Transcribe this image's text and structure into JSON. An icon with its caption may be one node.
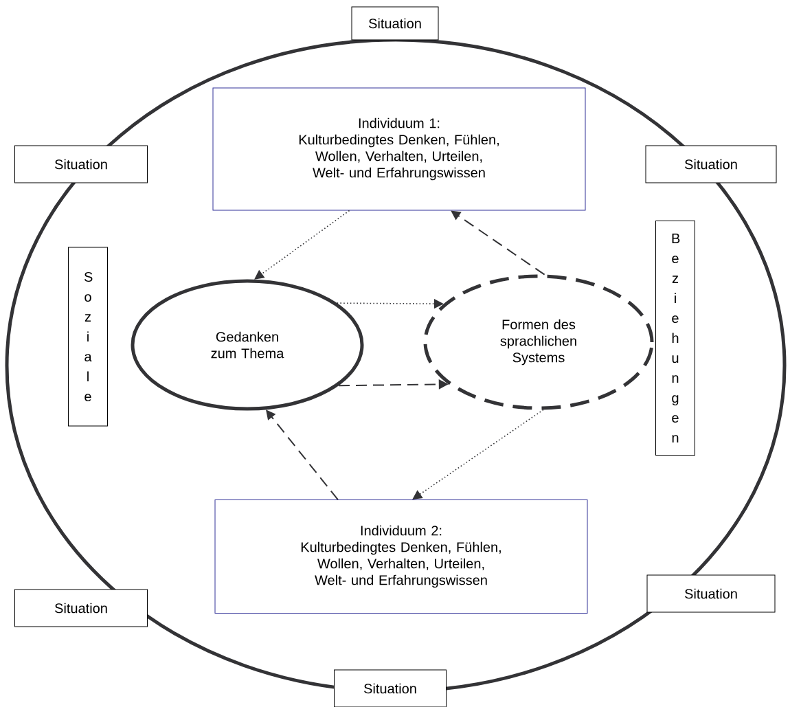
{
  "diagram": {
    "nodes": [
      {
        "text": [],
        "shape": "circle"
      },
      {
        "text": [
          "Situation"
        ]
      },
      {
        "text": [
          "Situation"
        ]
      },
      {
        "text": [
          "Individuum 1:",
          "Kulturbedingtes Denken, Fühlen, Wollen, Verhalten, Urteilen, Welt- und Erfahrungswissen"
        ],
        "in": 0
      },
      {
        "text": [
          "Situation"
        ]
      },
      {
        "text": [
          "Soziale"
        ],
        "in": 0
      },
      {
        "text": [
          "Gedanken zum Thema"
        ],
        "in": 0
      },
      {
        "text": [
          "Formen des sprachlichen Systems"
        ],
        "in": 0
      },
      {
        "text": [
          "Beziehungen"
        ],
        "in": 0
      },
      {
        "text": [
          "Individuum 2:",
          "Kulturbedingtes Denken, Fühlen, Wollen, Verhalten, Urteilen, Welt- und Erfahrungswissen"
        ],
        "in": 0
      },
      {
        "text": [
          "Situation"
        ]
      },
      {
        "text": [
          "Situation"
        ]
      },
      {
        "text": [
          "Situation"
        ]
      }
    ],
    "edges": [
      {
        "from": 3,
        "to": 6,
        "arrow": "to"
      },
      {
        "from": 7,
        "to": 3,
        "arrow": "to",
        "style": "dashed"
      },
      {
        "from": 6,
        "to": 7,
        "arrow": "to"
      },
      {
        "from": 6,
        "to": 7,
        "arrow": "to",
        "style": "dashed"
      },
      {
        "from": 7,
        "to": 9,
        "arrow": "to"
      },
      {
        "from": 9,
        "to": 6,
        "arrow": "to",
        "style": "dashed"
      }
    ]
  }
}
